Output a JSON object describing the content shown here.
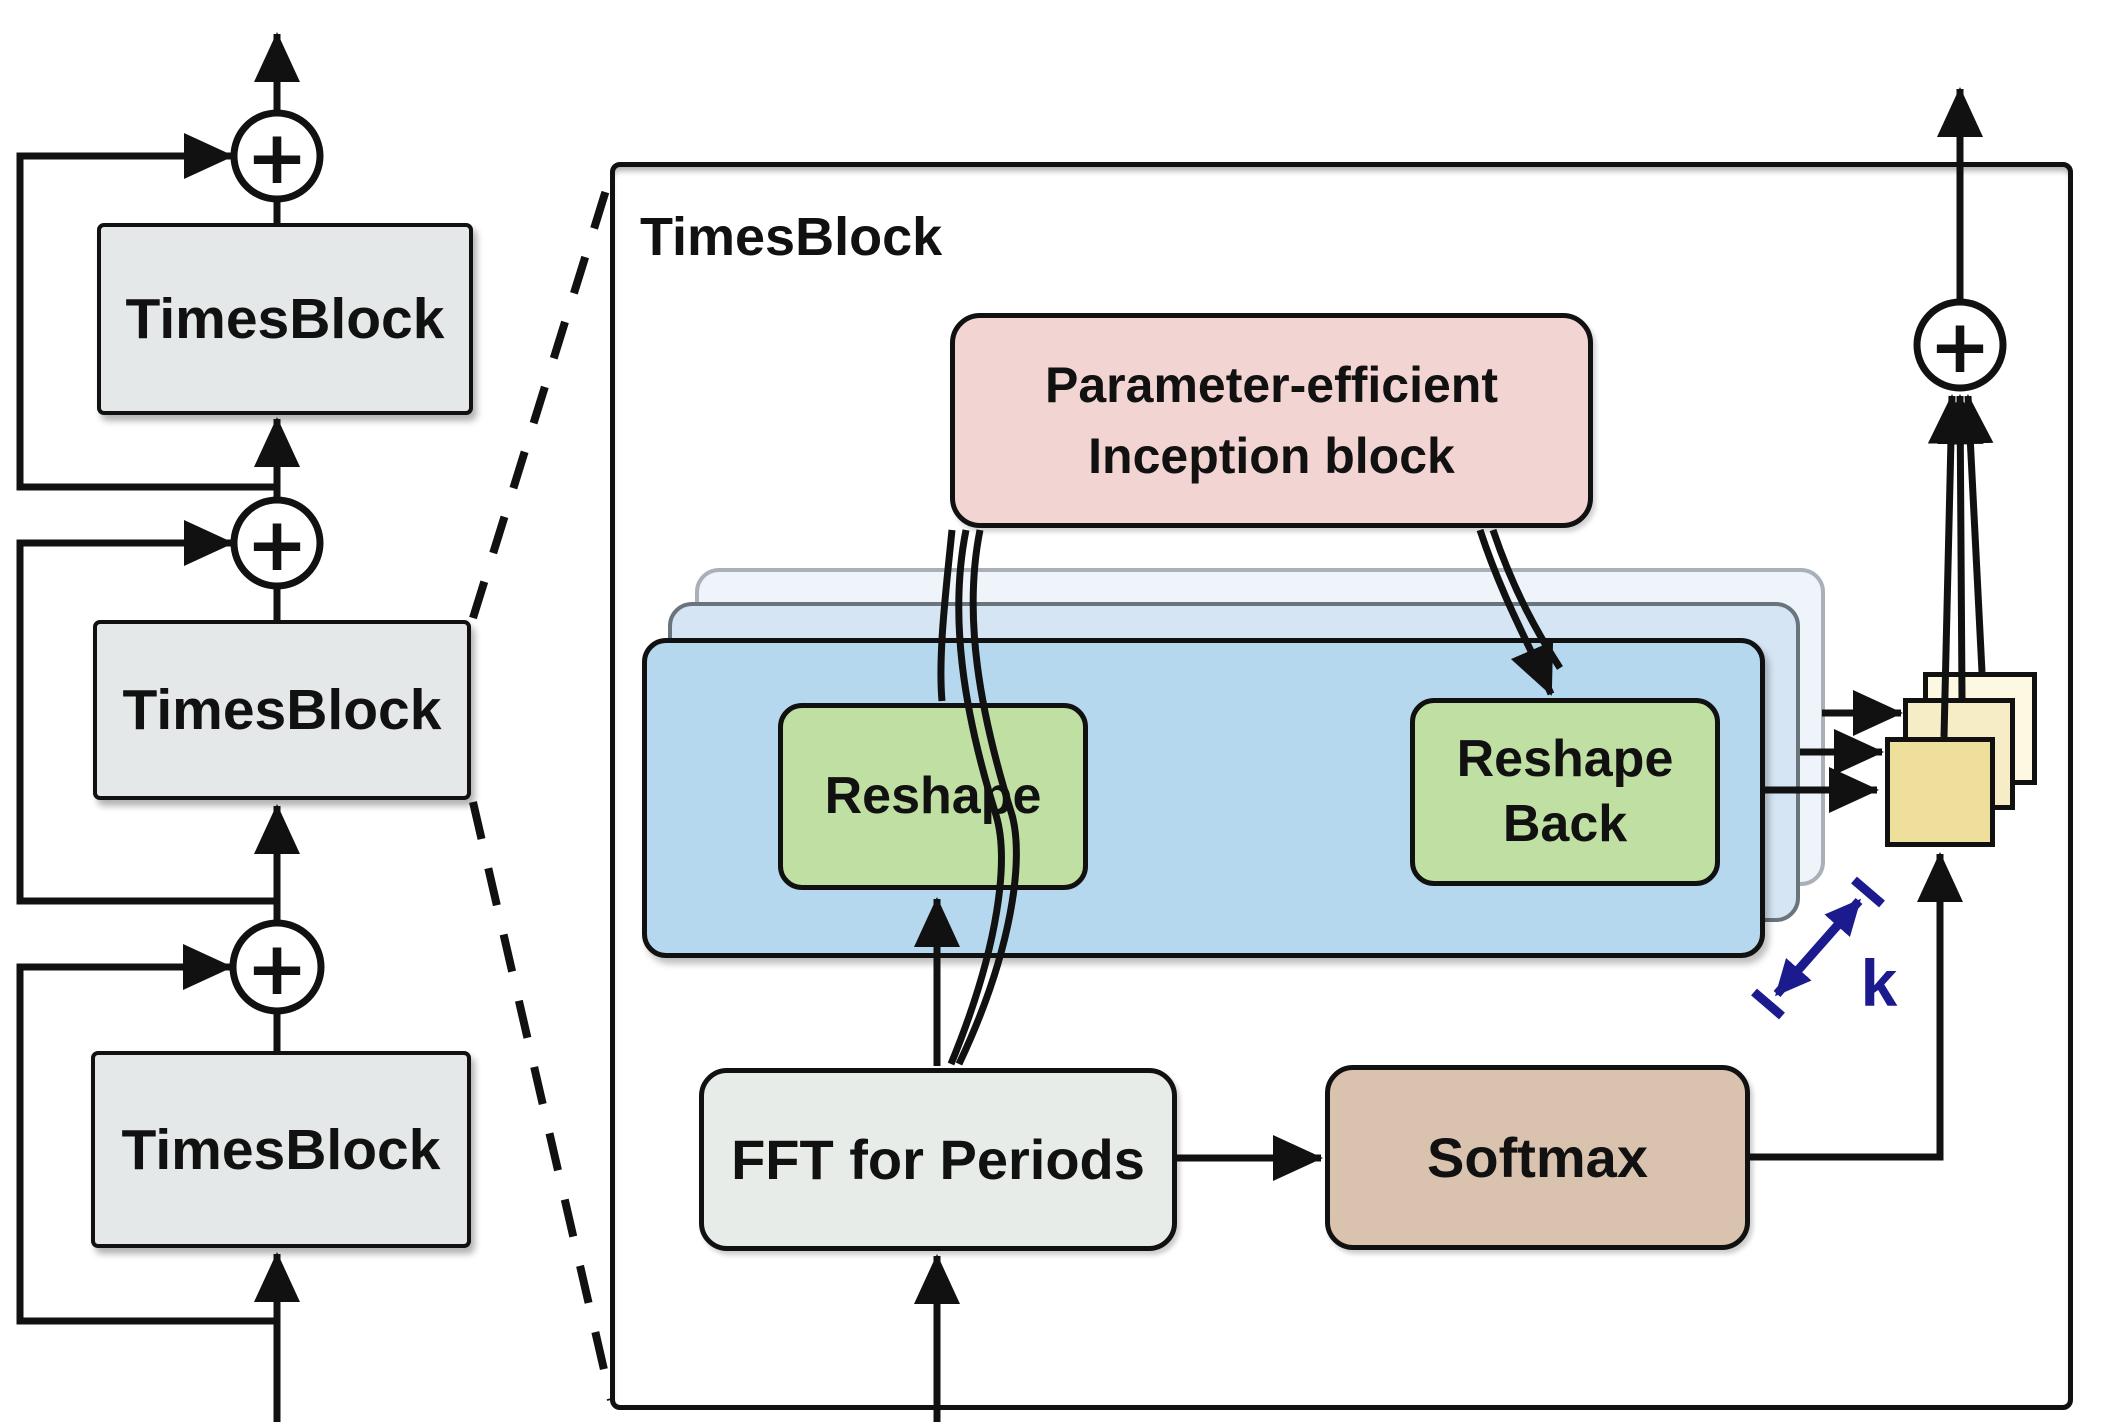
{
  "theme_colors": {
    "ink": "#111111",
    "box-gray": "#e4e8e8",
    "pink": "#f2d4d2",
    "blue-main": "#b5d8ee",
    "blue-mid": "#d5e5f3",
    "blue-light": "#eef4fa",
    "green": "#c0dfa2",
    "fft-gray": "#e8ece8",
    "tan": "#d9c3af",
    "yellow-front": "#efdf9d",
    "yellow-mid": "#f6ecc6",
    "yellow-back": "#fdf8e2",
    "navy": "#1b1b8e"
  },
  "left_stack": {
    "plus": "+",
    "blocks": [
      {
        "label": "TimesBlock"
      },
      {
        "label": "TimesBlock"
      },
      {
        "label": "TimesBlock"
      }
    ]
  },
  "panel": {
    "title": "TimesBlock",
    "plus": "+",
    "inception": {
      "line1": "Parameter-efficient",
      "line2": "Inception block"
    },
    "reshape": {
      "label": "Reshape"
    },
    "reshape_back": {
      "line1": "Reshape",
      "line2": "Back"
    },
    "fft": {
      "label": "FFT for Periods"
    },
    "softmax": {
      "label": "Softmax"
    },
    "k_label": "k"
  }
}
